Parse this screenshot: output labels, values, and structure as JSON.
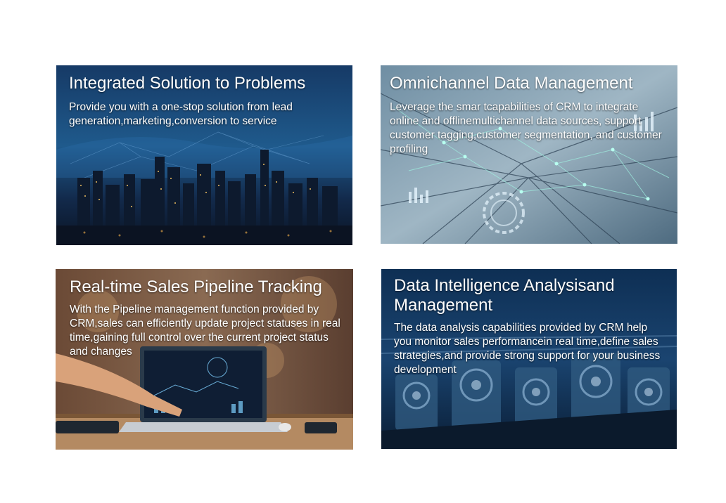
{
  "cards": [
    {
      "title": "Integrated Solution to Problems",
      "description": "Provide you with a one-stop solution from lead generation,marketing,conversion to service",
      "background": "night-city-skyline"
    },
    {
      "title": "Omnichannel Data Management",
      "description": "Leverage the smar tcapabilities of CRM to integrate online and offlinemultichannel data sources, support customer tagging,customer segmentation, and customer profiling",
      "background": "data-network-buildings"
    },
    {
      "title": "Real-time Sales Pipeline Tracking",
      "description": "With the Pipeline management function provided by CRM,sales can efficiently update project statuses in real time,gaining full control over the current project status and changes",
      "background": "laptop-dashboard-hand"
    },
    {
      "title": "Data Intelligence Analysisand Management",
      "description": "The data analysis capabilities provided by CRM help you monitor sales performancein real time,define sales strategies,and provide strong support for your business development",
      "background": "engine-machinery"
    }
  ],
  "colors": {
    "page_background": "#ffffff",
    "card1_sky": "#163a66",
    "card2_tint": "#9fb6c4",
    "card3_warm": "#8a6a52",
    "card4_blue": "#0e2f54"
  }
}
